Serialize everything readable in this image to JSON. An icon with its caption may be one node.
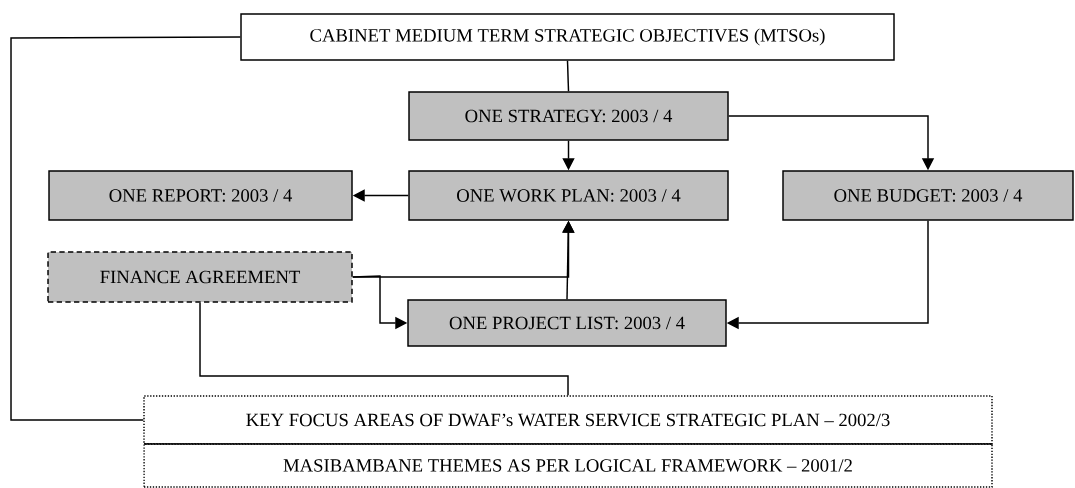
{
  "diagram": {
    "nodes": [
      {
        "text": [
          "CABINET MEDIUM TERM STRATEGIC OBJECTIVES (MTSOs)"
        ]
      },
      {
        "text": [
          "ONE STRATEGY: 2003 / 4"
        ]
      },
      {
        "text": [
          "ONE REPORT: 2003 / 4"
        ]
      },
      {
        "text": [
          "ONE WORK PLAN: 2003 / 4"
        ]
      },
      {
        "text": [
          "ONE BUDGET: 2003 / 4"
        ]
      },
      {
        "text": [
          "FINANCE AGREEMENT"
        ]
      },
      {
        "text": [
          "ONE PROJECT LIST: 2003 / 4"
        ]
      },
      {
        "text": [
          "KEY FOCUS AREAS OF DWAF’s WATER SERVICE STRATEGIC PLAN – 2002/3"
        ]
      },
      {
        "text": [
          "MASIBAMBANE THEMES AS PER LOGICAL FRAMEWORK – 2001/2"
        ]
      }
    ],
    "edges": [
      {
        "from": 0,
        "to": 1,
        "arrow": "none"
      },
      {
        "from": 1,
        "to": 3,
        "arrow": "to"
      },
      {
        "from": 1,
        "to": 4,
        "arrow": "to"
      },
      {
        "from": 3,
        "to": 2,
        "arrow": "to"
      },
      {
        "from": 6,
        "to": 3,
        "arrow": "to"
      },
      {
        "from": 5,
        "to": 3,
        "arrow": "to"
      },
      {
        "from": 5,
        "to": 6,
        "arrow": "to"
      },
      {
        "from": 4,
        "to": 6,
        "arrow": "to"
      },
      {
        "from": 5,
        "to": 7,
        "arrow": "none"
      },
      {
        "from": 0,
        "to": 7,
        "arrow": "none"
      }
    ]
  }
}
